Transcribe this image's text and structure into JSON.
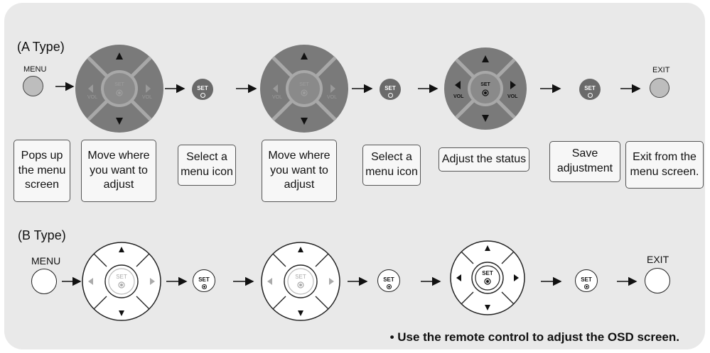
{
  "type_a": {
    "title": "(A Type)",
    "menu_label": "MENU",
    "exit_label": "EXIT",
    "set_label": "SET",
    "vol_label": "VOL",
    "descriptions": [
      "Pops up\nthe menu\nscreen",
      "Move where\nyou want to\nadjust",
      "Select a\nmenu icon",
      "Move where\nyou want to\nadjust",
      "Select a\nmenu icon",
      "Adjust the status",
      "Save\nadjustment",
      "Exit from the\nmenu screen."
    ]
  },
  "type_b": {
    "title": "(B Type)",
    "menu_label": "MENU",
    "exit_label": "EXIT",
    "set_label": "SET"
  },
  "note": "• Use the remote control to adjust the OSD screen.",
  "colors": {
    "panel": "#e9e9e9",
    "dark_pad": "#7a7a7a",
    "light_button": "#bdbdbd"
  }
}
